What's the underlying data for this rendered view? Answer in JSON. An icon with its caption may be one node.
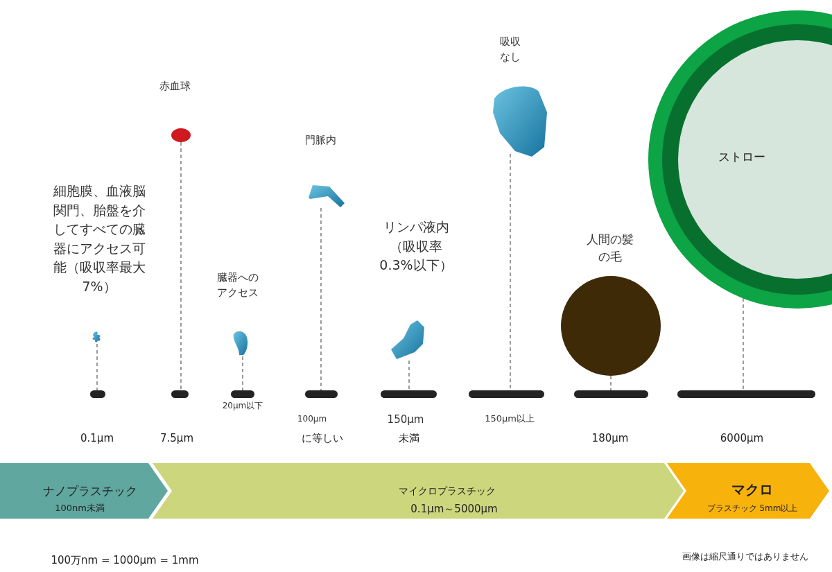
{
  "diagram": {
    "nodes": [
      {
        "text": [],
        "shape": "picture",
        "beside": [
          "細胞膜、血液脳関門、胎盤を介してすべての臓器にアクセス可能（吸収率最大7%）"
        ]
      },
      {
        "text": [],
        "shape": "circle",
        "beside": [
          "赤血球"
        ]
      },
      {
        "text": [],
        "shape": "picture",
        "beside": [
          "臓器へのアクセス"
        ]
      },
      {
        "text": [],
        "shape": "picture",
        "beside": [
          "門脈内"
        ]
      },
      {
        "text": [],
        "shape": "picture",
        "beside": [
          "リンパ液内（吸収率0.3%以下）"
        ]
      },
      {
        "text": [],
        "shape": "picture",
        "beside": [
          "吸収なし"
        ]
      },
      {
        "text": [],
        "shape": "circle",
        "beside": [
          "人間の髪の毛"
        ]
      },
      {
        "text": [
          "ストロー"
        ]
      },
      {
        "text": [],
        "shape": "bar"
      },
      {
        "text": [],
        "shape": "bar"
      },
      {
        "text": [],
        "shape": "bar",
        "beside": [
          "20μm以下"
        ]
      },
      {
        "text": [],
        "shape": "bar",
        "beside": [
          "100μm"
        ]
      },
      {
        "text": [],
        "shape": "bar",
        "beside": [
          "150μm"
        ]
      },
      {
        "text": [],
        "shape": "bar",
        "beside": [
          "150μm以上"
        ]
      },
      {
        "text": [],
        "shape": "bar"
      },
      {
        "text": [],
        "shape": "bar"
      },
      {
        "text": [
          "ナノプラスチック",
          "100nm未満"
        ]
      },
      {
        "text": [
          "マイクロプラスチック",
          "0.1μm～5000μm"
        ]
      },
      {
        "text": [
          "マクロ",
          "プラスチック 5mm以上"
        ]
      }
    ],
    "edges": [
      {
        "from": 0,
        "to": 8,
        "arrow": "none",
        "style": "dashed"
      },
      {
        "from": 1,
        "to": 9,
        "arrow": "none",
        "style": "dashed"
      },
      {
        "from": 2,
        "to": 10,
        "arrow": "none",
        "style": "dashed"
      },
      {
        "from": 3,
        "to": 11,
        "arrow": "none",
        "style": "dashed"
      },
      {
        "from": 4,
        "to": 12,
        "arrow": "none",
        "style": "dashed"
      },
      {
        "from": 5,
        "to": 13,
        "arrow": "none",
        "style": "dashed"
      },
      {
        "from": 6,
        "to": 14,
        "arrow": "none",
        "style": "dashed"
      },
      {
        "from": 7,
        "to": 15,
        "arrow": "none",
        "style": "dashed"
      }
    ],
    "labels": [
      "0.1μm",
      "7.5μm",
      "に等しい",
      "未満",
      "180μm",
      "6000μm",
      "100万nm = 1000μm = 1mm",
      "画像は縮尺通りではありません"
    ]
  }
}
